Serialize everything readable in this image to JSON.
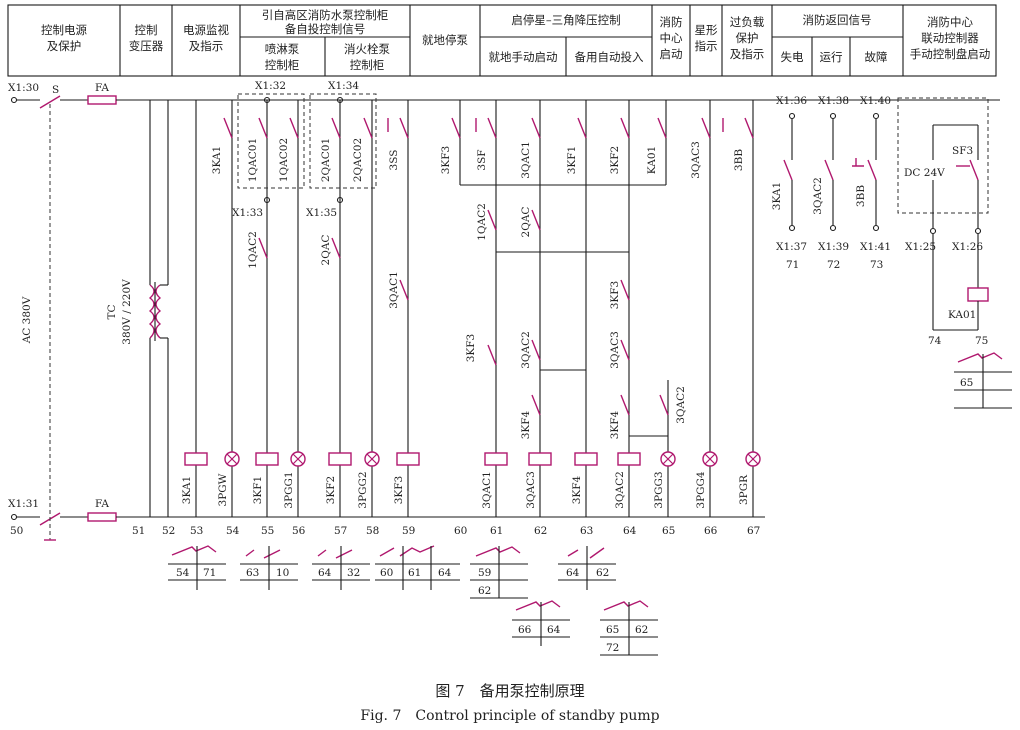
{
  "header": {
    "cols": [
      {
        "lines": [
          "控制电源",
          "及保护"
        ]
      },
      {
        "lines": [
          "控制",
          "变压器"
        ]
      },
      {
        "lines": [
          "电源监视",
          "及指示"
        ]
      },
      {
        "group": [
          "引自高区消防水泵控制柜",
          "备自投控制信号"
        ],
        "subs": [
          [
            "喷淋泵",
            "控制柜"
          ],
          [
            "消火栓泵",
            "控制柜"
          ]
        ]
      },
      {
        "lines": [
          "就地停泵"
        ]
      },
      {
        "group": [
          "启停星–三角降压控制"
        ],
        "subs": [
          [
            "就地手动启动"
          ],
          [
            "备用自动投入"
          ]
        ]
      },
      {
        "lines": [
          "消防",
          "中心",
          "启动"
        ]
      },
      {
        "lines": [
          "星形",
          "指示"
        ]
      },
      {
        "lines": [
          "过负载",
          "保护",
          "及指示"
        ]
      },
      {
        "group": [
          "消防返回信号"
        ],
        "subs": [
          [
            "失电"
          ],
          [
            "运行"
          ],
          [
            "故障"
          ]
        ]
      },
      {
        "lines": [
          "消防中心",
          "联动控制器",
          "手动控制盘启动"
        ]
      }
    ]
  },
  "terminals": {
    "top_left": "X1:30",
    "bottom_left": "X1:31",
    "t32": "X1:32",
    "t33": "X1:33",
    "t34": "X1:34",
    "t35": "X1:35",
    "t36": "X1:36",
    "t37": "X1:37",
    "t38": "X1:38",
    "t39": "X1:39",
    "t40": "X1:40",
    "t41": "X1:41",
    "t25": "X1:25",
    "t26": "X1:26"
  },
  "labels": {
    "switch_s": "S",
    "fuse_top": "FA",
    "fuse_bottom": "FA",
    "supply": "AC 380V",
    "tc": "TC",
    "tc_ratio": "380V / 220V",
    "dc": "DC 24V",
    "sf3": "SF3",
    "ka01_coil": "KA01",
    "n71": "71",
    "n72": "72",
    "n73": "73",
    "n74": "74",
    "n75": "75"
  },
  "devices_top": [
    "3KA1",
    "1QAC01",
    "1QAC02",
    "2QAC01",
    "2QAC02",
    "3SS",
    "3KF3",
    "3SF",
    "3QAC1",
    "3KF1",
    "3KF2",
    "KA01",
    "3QAC3",
    "3BB"
  ],
  "devices_right": [
    "3KA1",
    "3QAC2",
    "3BB"
  ],
  "devices_mid": [
    "1QAC2",
    "2QAC",
    "3QAC1",
    "1QAC2",
    "2QAC",
    "3KF3",
    "3KF3",
    "3QAC2",
    "3QAC3",
    "3KF4",
    "3KF4",
    "3QAC2"
  ],
  "devices_bottom": [
    "3KA1",
    "3PGW",
    "3KF1",
    "3PGG1",
    "3KF2",
    "3PGG2",
    "3KF3",
    "3QAC1",
    "3QAC3",
    "3KF4",
    "3QAC2",
    "3PGG3",
    "3PGG4",
    "3PGR"
  ],
  "rail_numbers": [
    "50",
    "51",
    "52",
    "53",
    "54",
    "55",
    "56",
    "57",
    "58",
    "59",
    "60",
    "61",
    "62",
    "63",
    "64",
    "65",
    "66",
    "67"
  ],
  "xref_tables": [
    [
      "54",
      "71"
    ],
    [
      "63",
      "10"
    ],
    [
      "64",
      "32"
    ],
    [
      "60",
      "61",
      "64"
    ],
    [
      "59",
      "62"
    ],
    [
      "64",
      "62"
    ],
    [
      "66",
      "64"
    ],
    [
      "65",
      "62",
      "72"
    ],
    [
      "65"
    ]
  ],
  "caption": {
    "cn": "图 7　备用泵控制原理",
    "en": "Fig. 7　Control principle of standby pump"
  }
}
